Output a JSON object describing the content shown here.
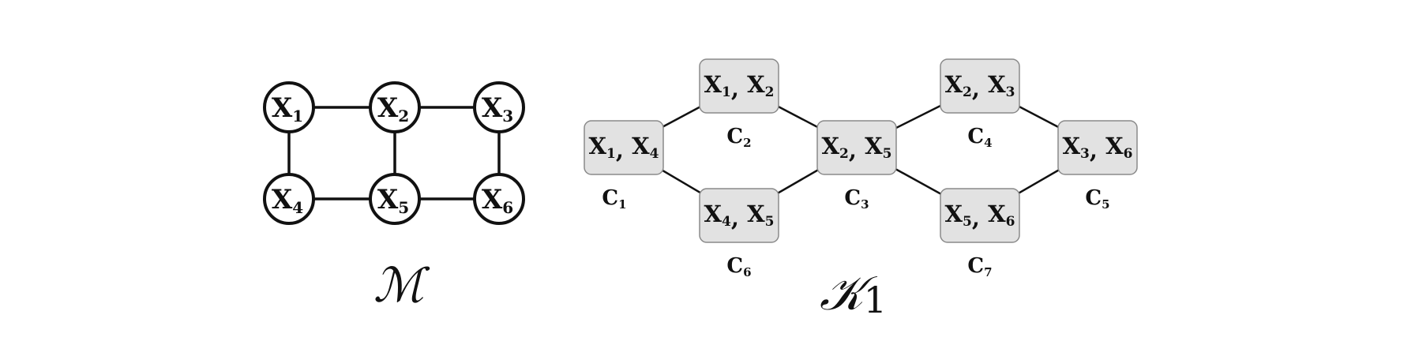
{
  "graph_m": {
    "label": "ℳ",
    "nodes": [
      {
        "id": "X1",
        "main": "X",
        "sub": "1"
      },
      {
        "id": "X2",
        "main": "X",
        "sub": "2"
      },
      {
        "id": "X3",
        "main": "X",
        "sub": "3"
      },
      {
        "id": "X4",
        "main": "X",
        "sub": "4"
      },
      {
        "id": "X5",
        "main": "X",
        "sub": "5"
      },
      {
        "id": "X6",
        "main": "X",
        "sub": "6"
      }
    ],
    "edges": [
      [
        "X1",
        "X2"
      ],
      [
        "X2",
        "X3"
      ],
      [
        "X4",
        "X5"
      ],
      [
        "X5",
        "X6"
      ],
      [
        "X1",
        "X4"
      ],
      [
        "X2",
        "X5"
      ],
      [
        "X3",
        "X6"
      ]
    ]
  },
  "graph_k": {
    "label_main": "𝒦",
    "label_sub": "1",
    "clusters": [
      {
        "id": "C1",
        "vars": [
          {
            "main": "X",
            "sub": "1"
          },
          {
            "main": "X",
            "sub": "4"
          }
        ],
        "caption_main": "C",
        "caption_sub": "1"
      },
      {
        "id": "C2",
        "vars": [
          {
            "main": "X",
            "sub": "1"
          },
          {
            "main": "X",
            "sub": "2"
          }
        ],
        "caption_main": "C",
        "caption_sub": "2"
      },
      {
        "id": "C3",
        "vars": [
          {
            "main": "X",
            "sub": "2"
          },
          {
            "main": "X",
            "sub": "5"
          }
        ],
        "caption_main": "C",
        "caption_sub": "3"
      },
      {
        "id": "C4",
        "vars": [
          {
            "main": "X",
            "sub": "2"
          },
          {
            "main": "X",
            "sub": "3"
          }
        ],
        "caption_main": "C",
        "caption_sub": "4"
      },
      {
        "id": "C5",
        "vars": [
          {
            "main": "X",
            "sub": "3"
          },
          {
            "main": "X",
            "sub": "6"
          }
        ],
        "caption_main": "C",
        "caption_sub": "5"
      },
      {
        "id": "C6",
        "vars": [
          {
            "main": "X",
            "sub": "4"
          },
          {
            "main": "X",
            "sub": "5"
          }
        ],
        "caption_main": "C",
        "caption_sub": "6"
      },
      {
        "id": "C7",
        "vars": [
          {
            "main": "X",
            "sub": "5"
          },
          {
            "main": "X",
            "sub": "6"
          }
        ],
        "caption_main": "C",
        "caption_sub": "7"
      }
    ],
    "edges": [
      [
        "C1",
        "C2"
      ],
      [
        "C2",
        "C3"
      ],
      [
        "C3",
        "C4"
      ],
      [
        "C4",
        "C5"
      ],
      [
        "C1",
        "C6"
      ],
      [
        "C6",
        "C3"
      ],
      [
        "C3",
        "C7"
      ],
      [
        "C7",
        "C5"
      ]
    ]
  }
}
